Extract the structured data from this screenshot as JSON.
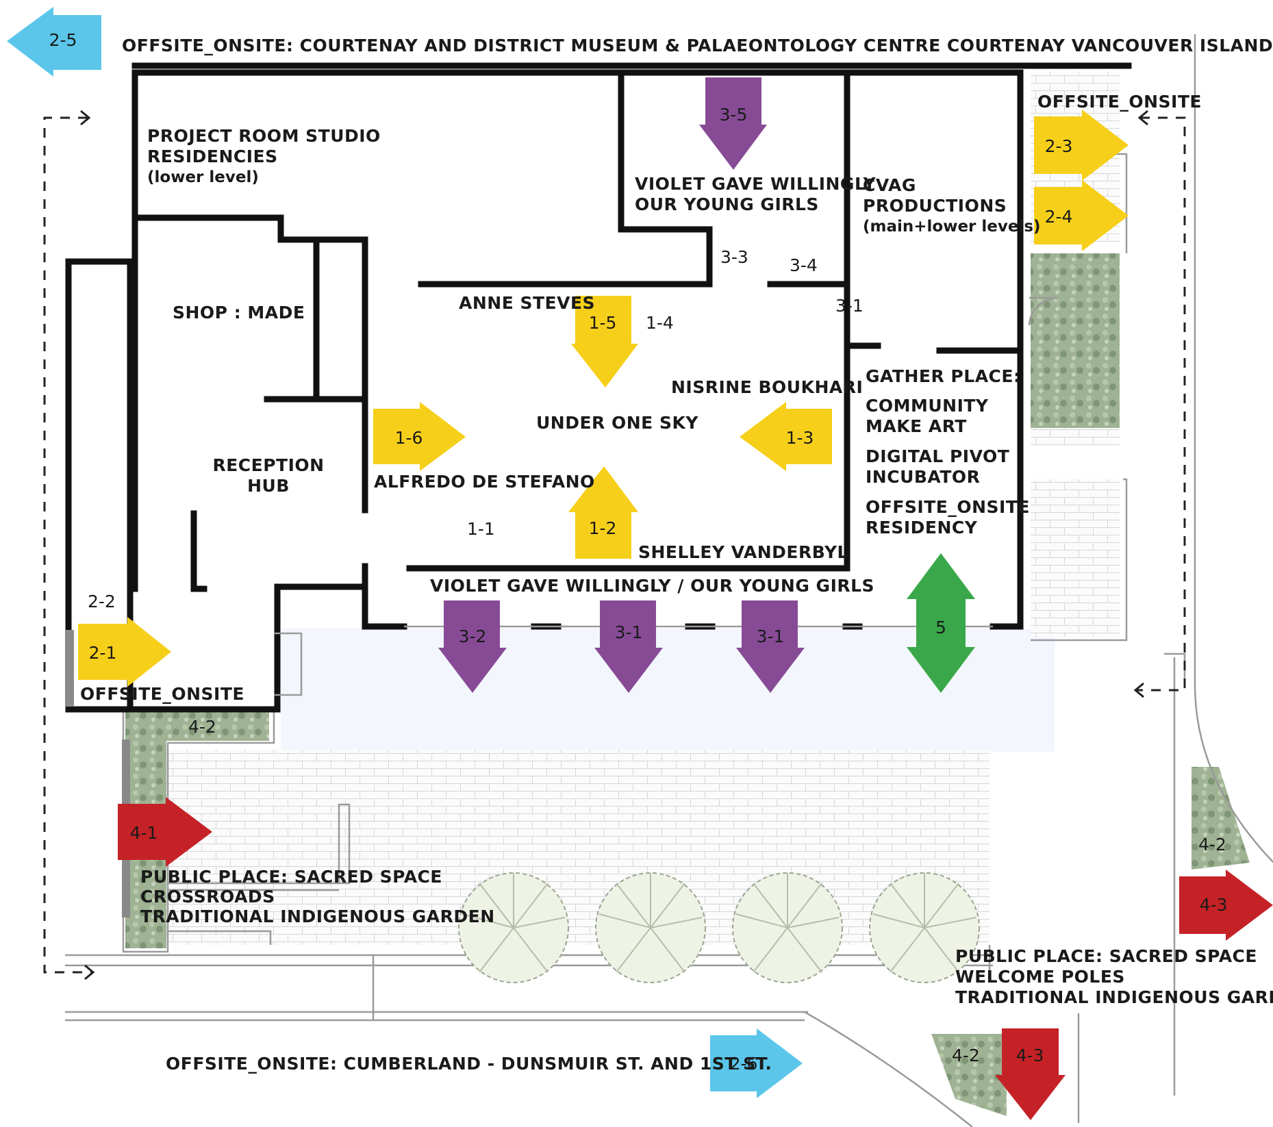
{
  "title": "OFFSITE_ONSITE: COURTENAY AND DISTRICT MUSEUM & PALAEONTOLOGY CENTRE COURTENAY VANCOUVER ISLAND",
  "bottom_title": "OFFSITE_ONSITE: CUMBERLAND - DUNSMUIR ST. AND 1ST ST.",
  "colors": {
    "yellow": "#f6cf1a",
    "purple": "#874b96",
    "blue": "#5bc6ea",
    "red": "#c52227",
    "green": "#3aa84a",
    "wall": "#111111"
  },
  "rooms": {
    "project_room": [
      "PROJECT ROOM STUDIO",
      "RESIDENCIES",
      "(lower level)"
    ],
    "violet_room": [
      "VIOLET GAVE WILLINGLY",
      "OUR YOUNG GIRLS"
    ],
    "cvag": [
      "CVAG",
      "PRODUCTIONS",
      "(main+lower levels)"
    ],
    "shop": "SHOP : MADE",
    "reception": [
      "RECEPTION",
      "HUB"
    ],
    "gather": [
      "GATHER PLACE:",
      "COMMUNITY",
      "MAKE ART",
      "DIGITAL PIVOT",
      "INCUBATOR",
      "OFFSITE_ONSITE",
      "RESIDENCY"
    ],
    "offsite_top_right": "OFFSITE_ONSITE",
    "offsite_left": "OFFSITE_ONSITE"
  },
  "artists": {
    "anne": "ANNE STEVES",
    "nisrine": "NISRINE BOUKHARI",
    "alfredo": "ALFREDO DE STEFANO",
    "shelley": "SHELLEY VANDERBYL",
    "center": "UNDER ONE SKY",
    "exterior_wall": "VIOLET GAVE WILLINGLY /  OUR YOUNG GIRLS"
  },
  "public_places": {
    "west": [
      "PUBLIC PLACE: SACRED SPACE",
      "CROSSROADS",
      "TRADITIONAL INDIGENOUS GARDEN"
    ],
    "east": [
      "PUBLIC PLACE: SACRED SPACE",
      "WELCOME POLES",
      "TRADITIONAL INDIGENOUS GARDEN"
    ]
  },
  "arrows": {
    "a25": "2-5",
    "a35": "3-5",
    "a23": "2-3",
    "a24": "2-4",
    "a15": "1-5",
    "a16": "1-6",
    "a13": "1-3",
    "a12": "1-2",
    "a21": "2-1",
    "a32": "3-2",
    "a31a": "3-1",
    "a31b": "3-1",
    "a5": "5",
    "a41": "4-1",
    "a43": "4-3",
    "a43b": "4-3",
    "a26": "2-6"
  },
  "numbers": {
    "n33": "3-3",
    "n34": "3-4",
    "n31": "3-1",
    "n14": "1-4",
    "n11": "1-1",
    "n22": "2-2",
    "n42a": "4-2",
    "n42b": "4-2",
    "n42c": "4-2"
  }
}
